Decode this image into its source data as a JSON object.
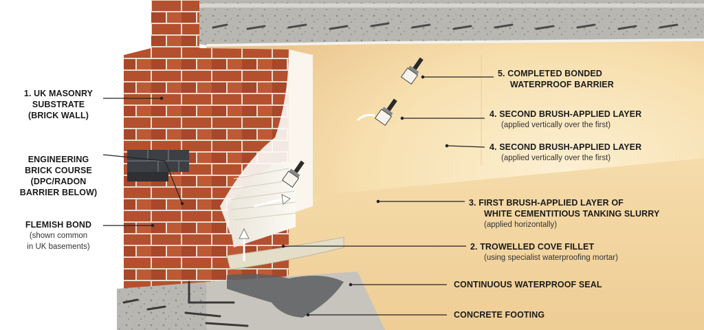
{
  "diagram": {
    "colors": {
      "brick": "#b5502e",
      "engineering_brick": "#3c3f44",
      "mortar": "#e6ddd0",
      "concrete": "#b9b7b1",
      "tanking_slurry": "#f2efe6",
      "barrier_glow": "#f7dfae",
      "leader": "#222222"
    },
    "labels": {
      "masonry": {
        "line1": "1. UK MASONRY",
        "line2": "SUBSTRATE",
        "line3": "(BRICK WALL)"
      },
      "engineering": {
        "line1": "ENGINEERING",
        "line2": "BRICK COURSE",
        "line3": "(DPC/RADON",
        "line4": "BARRIER BELOW)"
      },
      "flemish": {
        "title": "FLEMISH BOND",
        "sub1": "(shown common",
        "sub2": "in UK basements)"
      },
      "completed": {
        "line1": "5. COMPLETED BONDED",
        "line2": "WATERPROOF BARRIER"
      },
      "second_a": {
        "title": "4. SECOND BRUSH-APPLIED LAYER",
        "sub": "(applied vertically over the first)"
      },
      "second_b": {
        "title": "4. SECOND BRUSH-APPLIED LAYER",
        "sub": "(applied vertically over the first)"
      },
      "first": {
        "line1": "3. FIRST BRUSH-APPLIED LAYER OF",
        "line2": "WHITE CEMENTITIOUS TANKING SLURRY",
        "sub": "(applied horizontally)"
      },
      "cove": {
        "title": "2. TROWELLED COVE FILLET",
        "sub": "(using specialist waterproofing mortar)"
      },
      "seal": {
        "title": "CONTINUOUS WATERPROOF SEAL"
      },
      "footing": {
        "title": "CONCRETE FOOTING"
      }
    }
  }
}
